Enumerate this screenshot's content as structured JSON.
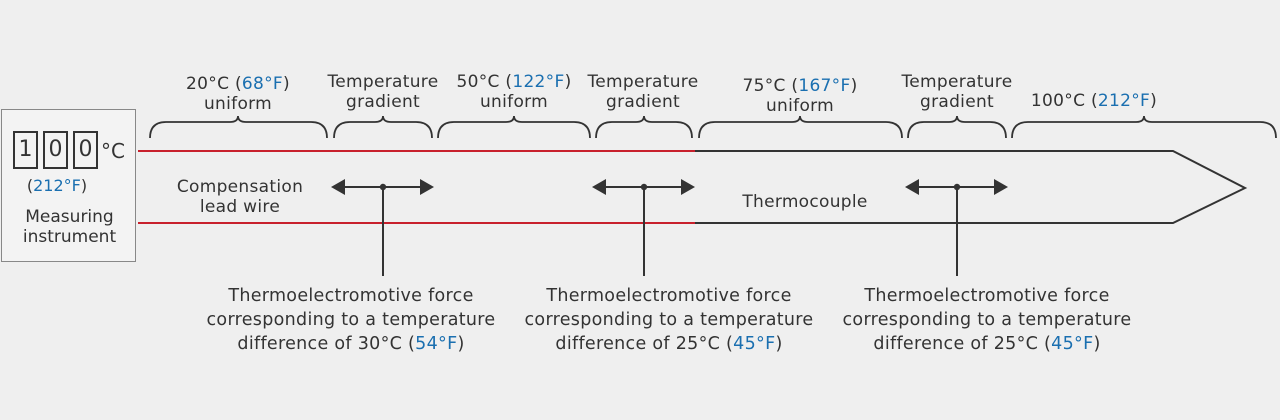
{
  "zones": [
    {
      "temp_c": "20°C",
      "temp_f": "68°F",
      "desc": "uniform"
    },
    {
      "title": "Temperature gradient"
    },
    {
      "temp_c": "50°C",
      "temp_f": "122°F",
      "desc": "uniform"
    },
    {
      "title": "Temperature gradient"
    },
    {
      "temp_c": "75°C",
      "temp_f": "167°F",
      "desc": "uniform"
    },
    {
      "title": "Temperature gradient"
    },
    {
      "temp_c": "100°C",
      "temp_f": "212°F"
    }
  ],
  "instrument": {
    "digits": [
      "1",
      "0",
      "0"
    ],
    "unit": "°C",
    "fahrenheit": "212°F",
    "name_line1": "Measuring",
    "name_line2": "instrument"
  },
  "wires": {
    "compensation_line1": "Compensation",
    "compensation_line2": "lead wire",
    "thermocouple": "Thermocouple"
  },
  "notes": [
    {
      "line1": "Thermoelectromotive force",
      "line2": "corresponding to a temperature",
      "line3_prefix": "difference of 30°C",
      "fahrenheit": "54°F"
    },
    {
      "line1": "Thermoelectromotive force",
      "line2": "corresponding to a temperature",
      "line3_prefix": "difference of 25°C",
      "fahrenheit": "45°F"
    },
    {
      "line1": "Thermoelectromotive force",
      "line2": "corresponding to a temperature",
      "line3_prefix": "difference of 25°C",
      "fahrenheit": "45°F"
    }
  ],
  "colors": {
    "lead_wire": "#c8202c",
    "thermocouple": "#333333",
    "fahrenheit_text": "#1a6fb0",
    "background": "#efefef"
  }
}
